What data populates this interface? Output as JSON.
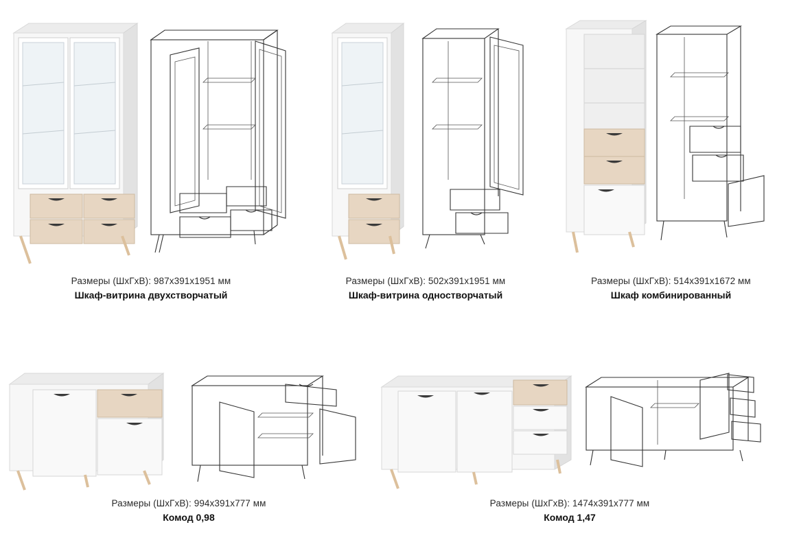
{
  "colors": {
    "white_body": "#f7f7f7",
    "side_shade": "#e4e4e4",
    "top_shade": "#ececec",
    "oak": "#e7d6c2",
    "glass": "#eef3f6",
    "leg": "#dcc09c",
    "outline": "#333333",
    "handle": "#3a3a3a"
  },
  "products": [
    {
      "id": "showcase-double",
      "dims_label": "Размеры (ШхГхВ): 987x391x1951 мм",
      "name": "Шкаф-витрина двухстворчатый"
    },
    {
      "id": "showcase-single",
      "dims_label": "Размеры (ШхГхВ): 502x391x1951 мм",
      "name": "Шкаф-витрина одностворчатый"
    },
    {
      "id": "combined-cabinet",
      "dims_label": "Размеры (ШхГхВ): 514x391x1672 мм",
      "name": "Шкаф комбинированный"
    },
    {
      "id": "dresser-098",
      "dims_label": "Размеры (ШхГхВ): 994x391x777 мм",
      "name": "Комод 0,98"
    },
    {
      "id": "dresser-147",
      "dims_label": "Размеры (ШхГхВ): 1474x391x777 мм",
      "name": "Комод 1,47"
    }
  ]
}
